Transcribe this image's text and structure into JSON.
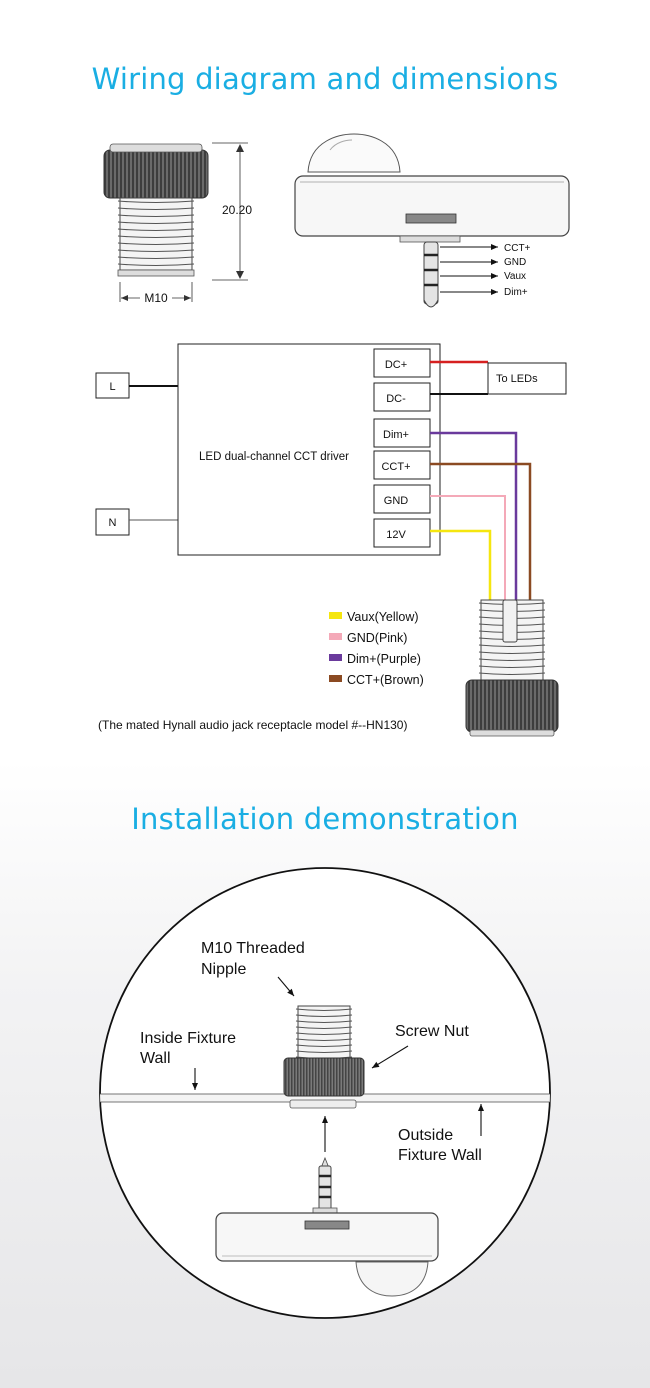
{
  "sections": {
    "wiring_title": "Wiring diagram and dimensions",
    "install_title": "Installation demonstration"
  },
  "dimensions": {
    "height": "20.20",
    "thread": "M10"
  },
  "jack_pins": [
    "CCT+",
    "GND",
    "Vaux",
    "Dim+"
  ],
  "driver": {
    "label": "LED dual-channel CCT driver",
    "input_L": "L",
    "input_N": "N",
    "terminals": [
      "DC+",
      "DC-",
      "Dim+",
      "CCT+",
      "GND",
      "12V"
    ],
    "output": "To LEDs"
  },
  "legend": [
    {
      "label": "Vaux(Yellow)",
      "color": "#f5e60f"
    },
    {
      "label": "GND(Pink)",
      "color": "#f4a9b8"
    },
    {
      "label": "Dim+(Purple)",
      "color": "#6a3a9c"
    },
    {
      "label": "CCT+(Brown)",
      "color": "#8b4a22"
    }
  ],
  "wire_colors": {
    "dc_plus": "#d62020",
    "dc_minus": "#111111"
  },
  "receptacle_note": "(The mated Hynall audio jack receptacle model #--HN130)",
  "install_labels": {
    "nipple_line1": "M10 Threaded",
    "nipple_line2": "Nipple",
    "screw_nut": "Screw Nut",
    "inside_line1": "Inside Fixture",
    "inside_line2": "Wall",
    "outside_line1": "Outside",
    "outside_line2": "Fixture Wall"
  },
  "accent_color": "#1aaee3"
}
